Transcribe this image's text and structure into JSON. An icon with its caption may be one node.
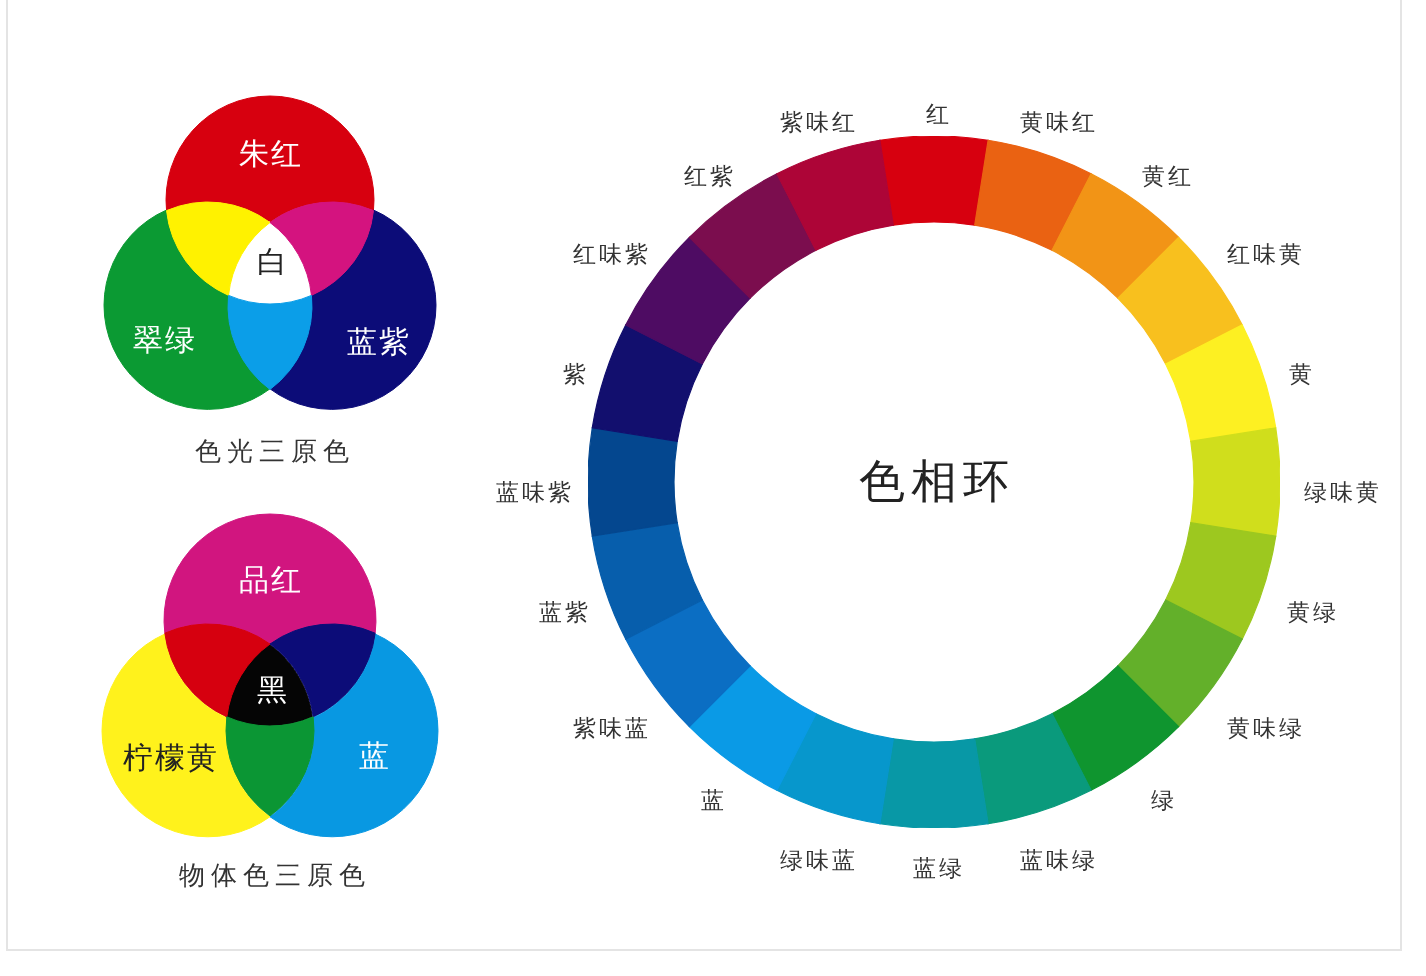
{
  "diagram": {
    "nodes": [
      {
        "text": [
          "朱红"
        ]
      },
      {
        "text": [
          "翠绿"
        ]
      },
      {
        "text": [
          "蓝紫"
        ]
      },
      {
        "text": [
          "白"
        ]
      },
      {
        "text": [
          "品红"
        ]
      },
      {
        "text": [
          "柠檬黄"
        ]
      },
      {
        "text": [
          "蓝"
        ]
      },
      {
        "text": [
          "黑"
        ]
      },
      {
        "text": [
          "色相环"
        ]
      }
    ],
    "labels": [
      "色光三原色",
      "物体色三原色",
      "红",
      "黄味红",
      "黄红",
      "红味黄",
      "黄",
      "绿味黄",
      "黄绿",
      "黄味绿",
      "绿",
      "蓝味绿",
      "蓝绿",
      "绿味蓝",
      "蓝",
      "紫味蓝",
      "蓝紫",
      "蓝味紫",
      "紫",
      "红味紫",
      "红紫",
      "紫味红"
    ]
  }
}
